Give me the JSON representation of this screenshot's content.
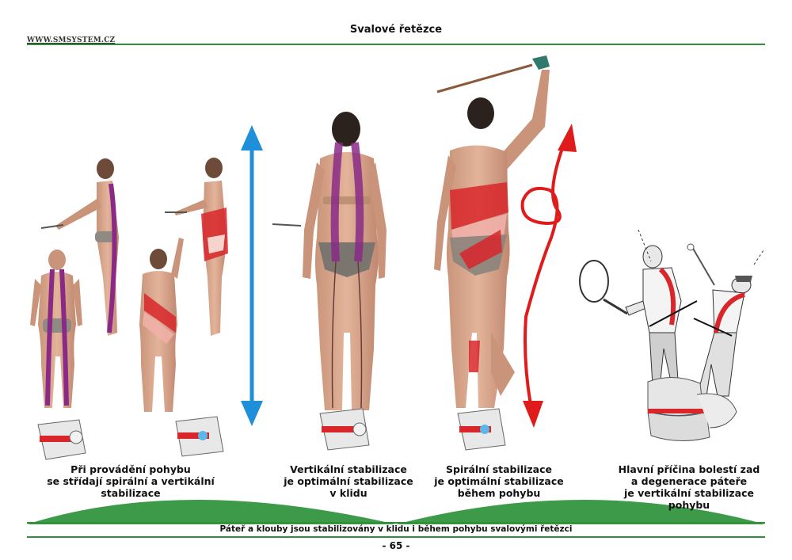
{
  "header": {
    "site_url": "WWW.SMSYSTEM.CZ",
    "title": "Svalové řetězce"
  },
  "captions": [
    {
      "lines": [
        "Při provádění pohybu",
        "se střídají spirální a vertikální",
        "stabilizace"
      ]
    },
    {
      "lines": [
        "Vertikální stabilizace",
        "je optimální stabilizace",
        "v klidu"
      ]
    },
    {
      "lines": [
        "Spirální stabilizace",
        "je optimální stabilizace",
        "během pohybu"
      ]
    },
    {
      "lines": [
        "Hlavní příčina bolestí zad",
        "a degenerace páteře",
        "je vertikální stabilizace",
        "pohybu"
      ]
    }
  ],
  "footer": {
    "text": "Páteř a klouby jsou stabilizovány v klidu i během pohybu svalovými řetězci",
    "page_number": "- 65 -"
  },
  "colors": {
    "rule_green": "#2f8f3a",
    "mound_green": "#3d9a48",
    "vertical_arrow": "#1e8fd8",
    "spiral_arrow": "#e01b1b",
    "muscle_purple": "#8a2a86",
    "muscle_red": "#d8262a"
  }
}
